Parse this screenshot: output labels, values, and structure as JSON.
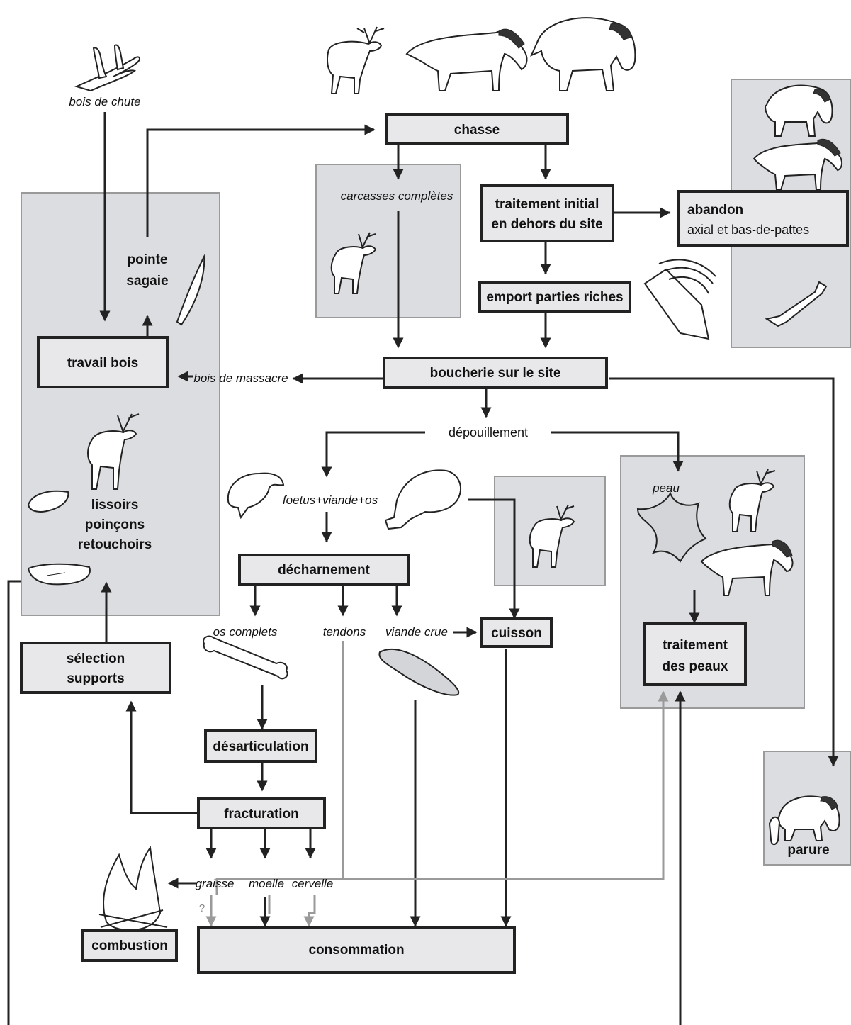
{
  "labels": {
    "bois_de_chute": "bois de chute",
    "chasse": "chasse",
    "carcasses_completes": "carcasses complètes",
    "traitement_initial_1": "traitement initial",
    "traitement_initial_2": "en dehors du site",
    "abandon_1": "abandon",
    "abandon_2": "axial et bas-de-pattes",
    "emport": "emport parties riches",
    "pointe_1": "pointe",
    "pointe_2": "sagaie",
    "travail_bois": "travail bois",
    "bois_de_massacre": "bois de massacre",
    "boucherie": "boucherie sur le site",
    "depouillement": "dépouillement",
    "peau": "peau",
    "lissoirs": "lissoirs",
    "poincons": "poinçons",
    "retouchoirs": "retouchoirs",
    "foetus": "foetus+viande+os",
    "decharnement": "décharnement",
    "os_complets": "os complets",
    "tendons": "tendons",
    "viande_crue": "viande crue",
    "cuisson": "cuisson",
    "traitement_peaux_1": "traitement",
    "traitement_peaux_2": "des peaux",
    "selection_1": "sélection",
    "selection_2": "supports",
    "desarticulation": "désarticulation",
    "fracturation": "fracturation",
    "graisse": "graisse",
    "moelle": "moelle",
    "cervelle": "cervelle",
    "question": "?",
    "combustion": "combustion",
    "consommation": "consommation",
    "parure": "parure"
  },
  "icons": [
    "antler-icon",
    "reindeer-icon",
    "horse-icon",
    "bison-icon",
    "spear-point-icon",
    "ribcage-icon",
    "bone-icon",
    "fetus-icon",
    "ham-icon",
    "meat-icon",
    "hide-icon",
    "fire-icon",
    "smoother-icon",
    "pendant-icon"
  ],
  "colors": {
    "box_fill": "#e8e8eb",
    "panel_fill": "#dcdde0",
    "line": "#222222",
    "secondary_line": "#9a9a9a"
  }
}
